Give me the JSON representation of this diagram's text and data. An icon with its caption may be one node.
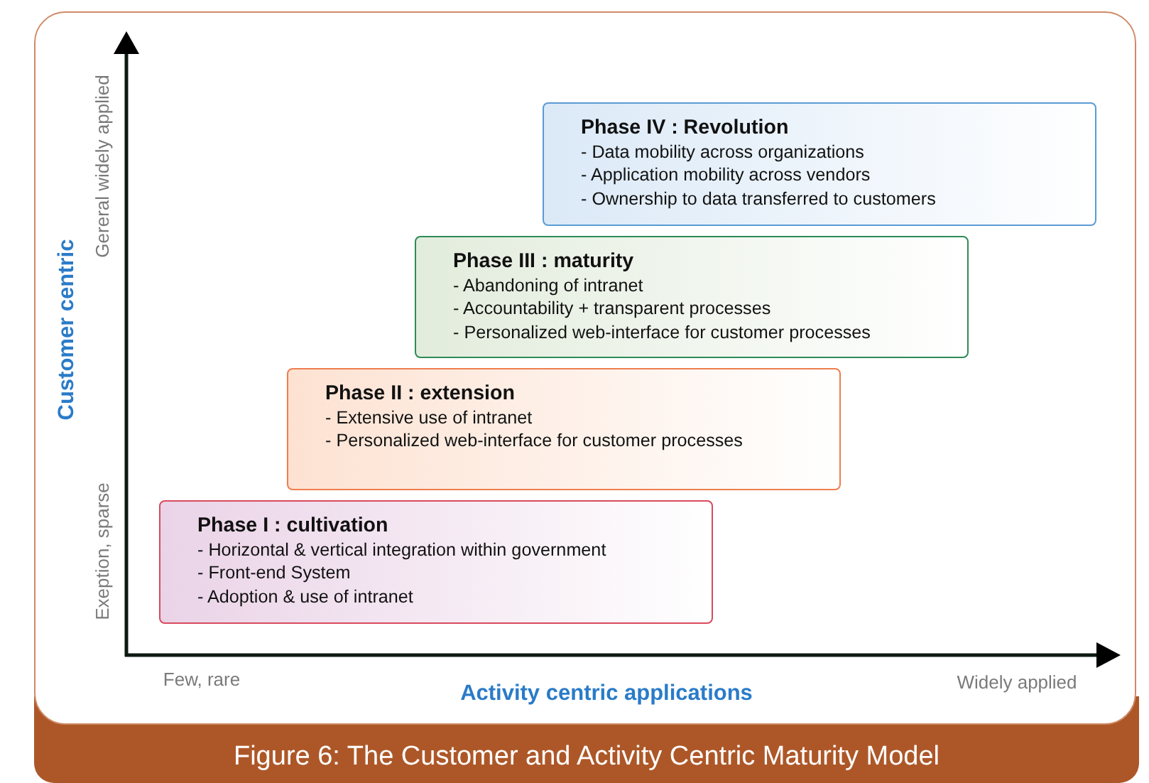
{
  "diagram": {
    "caption": "Figure 6: The Customer and Activity Centric Maturity Model",
    "nodes": [
      {
        "text": [
          "Phase IV : Revolution",
          "- Data mobility across organizations",
          "- Application mobility across vendors",
          "- Ownership to data transferred to customers"
        ]
      },
      {
        "text": [
          "Phase III : maturity",
          "- Abandoning of intranet",
          "- Accountability + transparent processes",
          "- Personalized web-interface for customer processes"
        ]
      },
      {
        "text": [
          "Phase II : extension",
          "- Extensive use of intranet",
          "- Personalized web-interface for customer processes"
        ]
      },
      {
        "text": [
          "Phase I : cultivation",
          "- Horizontal & vertical integration within government",
          "- Front-end System",
          "- Adoption & use of intranet"
        ]
      }
    ],
    "labels": [
      "Customer centric",
      "Gereral widely applied",
      "Exeption, sparse",
      "Few, rare",
      "Activity centric applications",
      "Widely applied"
    ]
  }
}
